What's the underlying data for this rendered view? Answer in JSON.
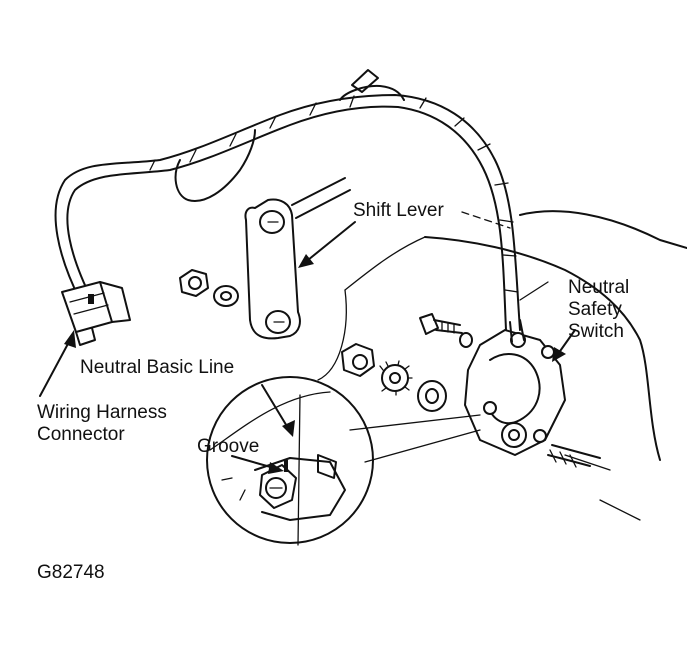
{
  "labels": {
    "shift_lever": "Shift Lever",
    "neutral_safety_switch": [
      "Neutral",
      "Safety",
      "Switch"
    ],
    "neutral_basic_line": "Neutral Basic Line",
    "wiring_harness_connector": [
      "Wiring Harness",
      "Connector"
    ],
    "groove": "Groove",
    "figure_id": "G82748"
  }
}
